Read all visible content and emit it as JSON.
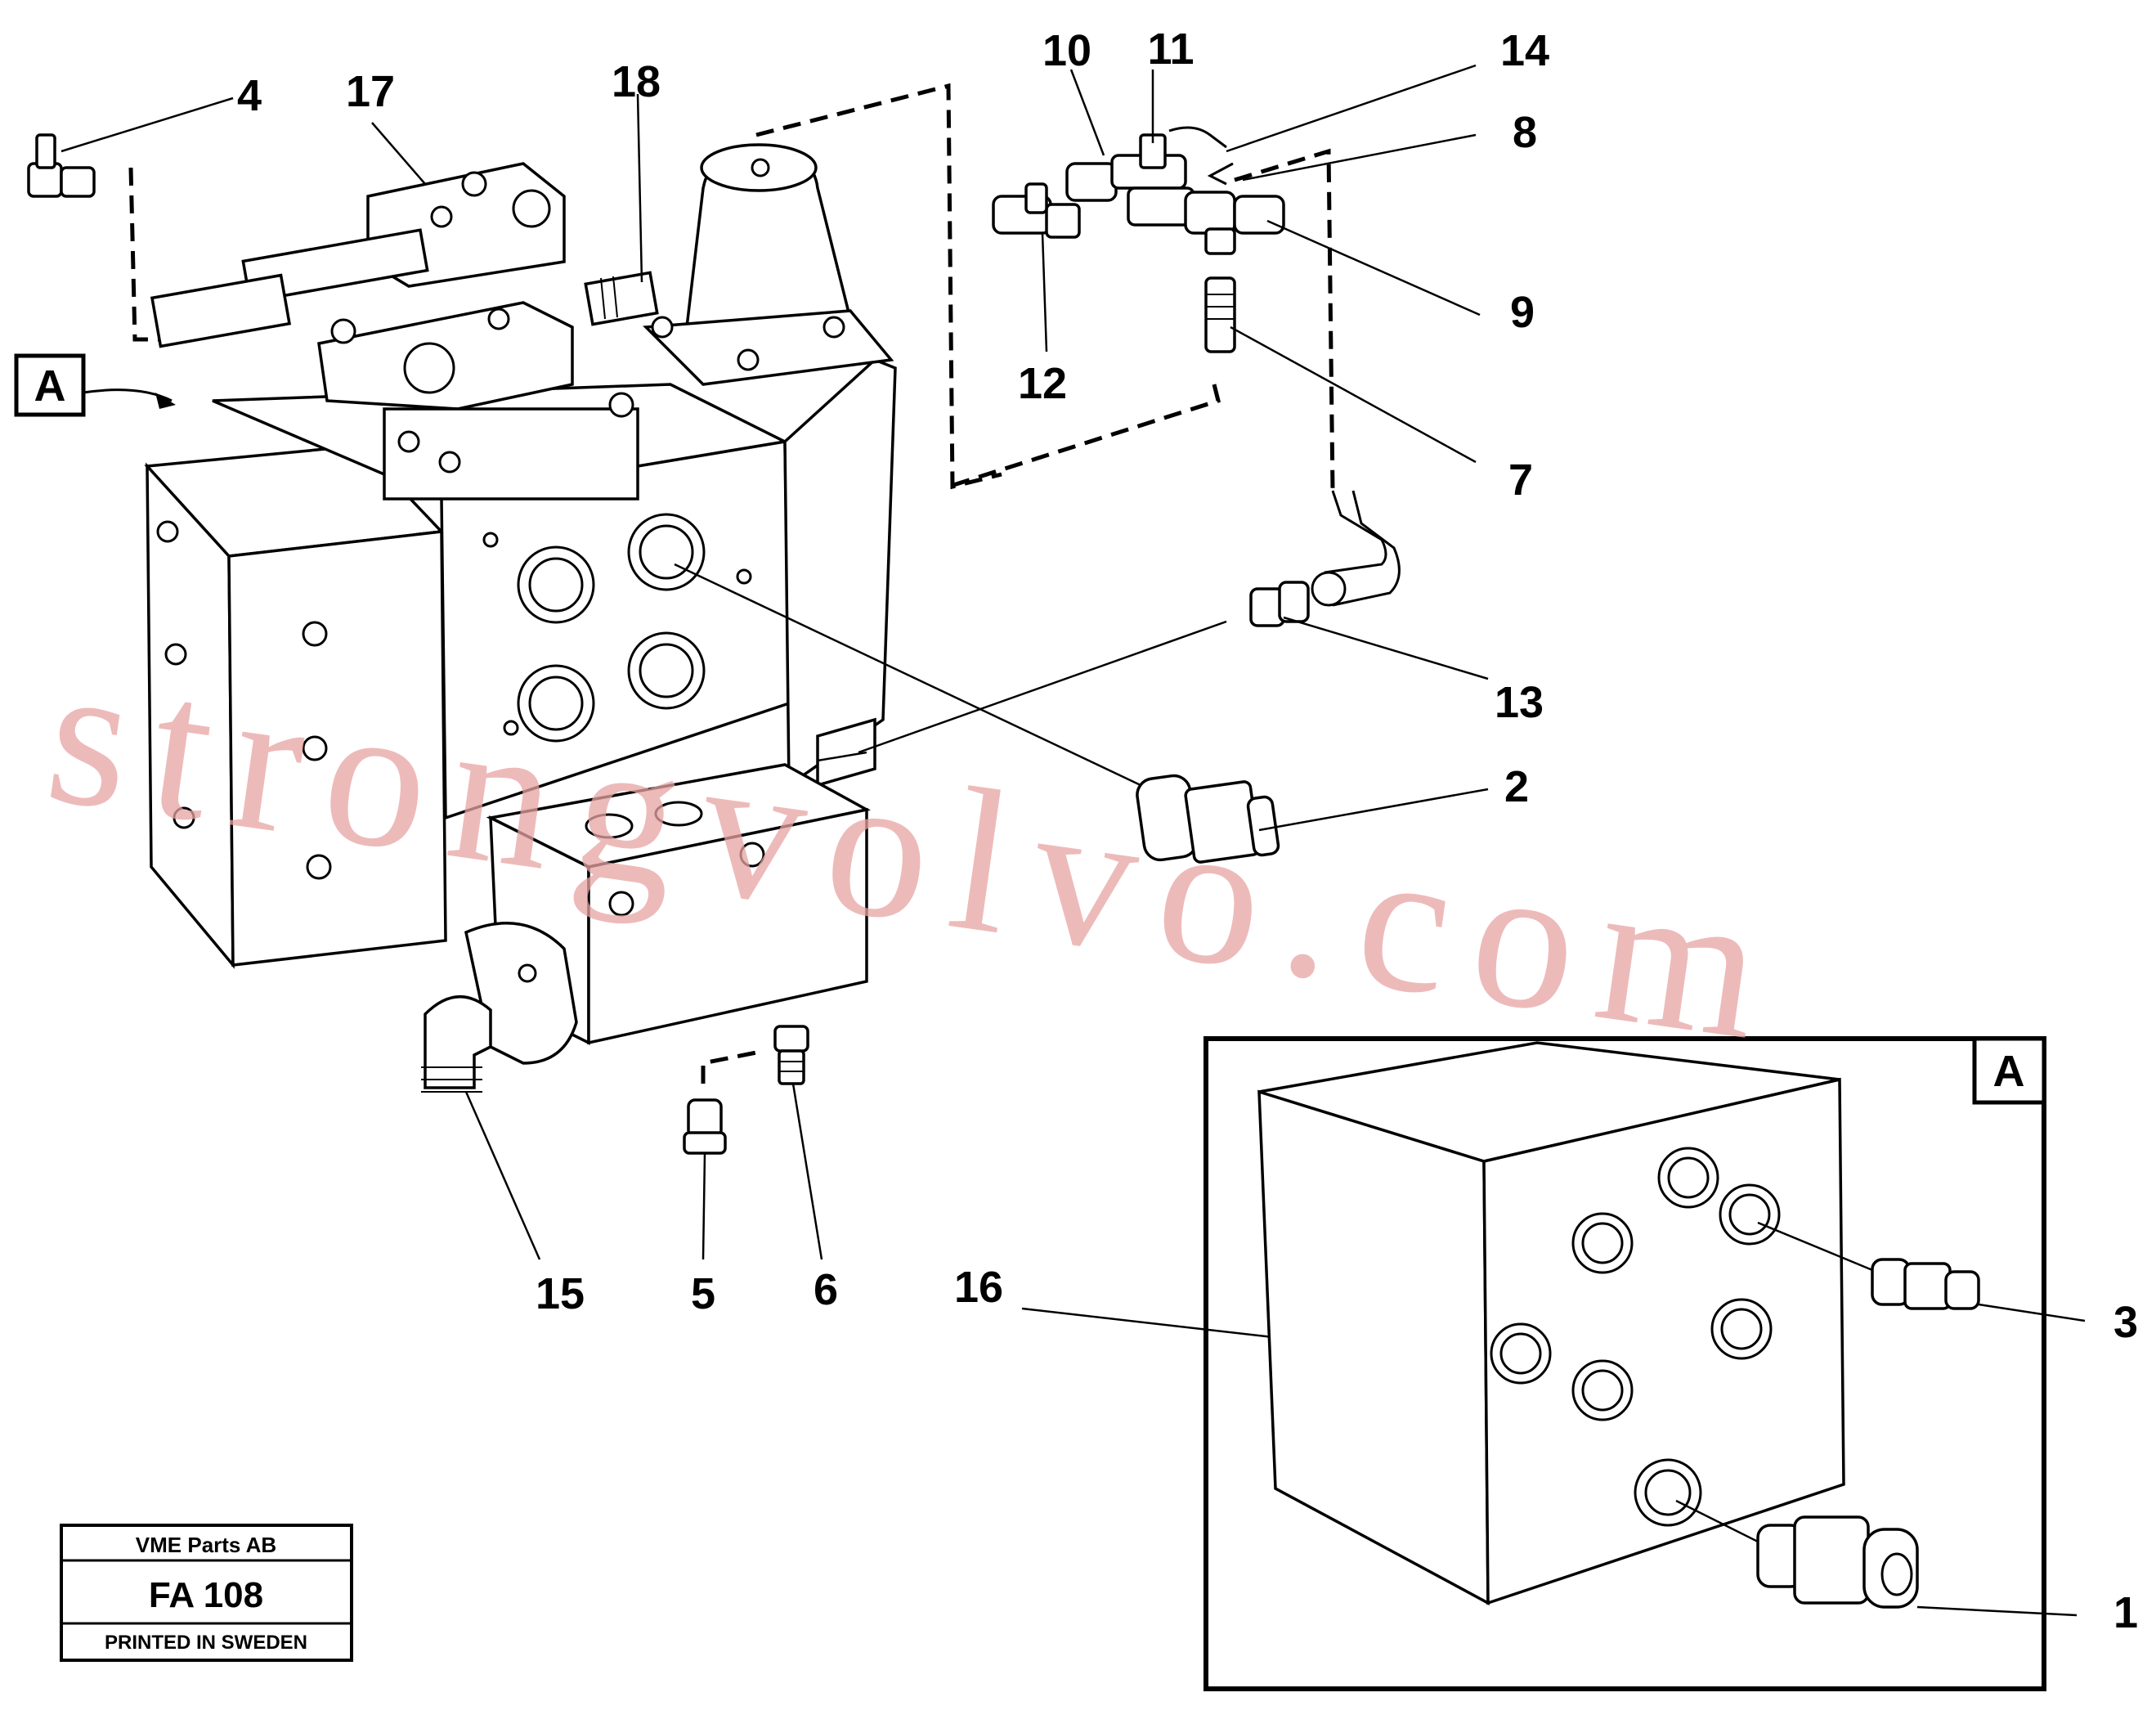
{
  "diagram": {
    "callouts": [
      "1",
      "2",
      "3",
      "4",
      "5",
      "6",
      "7",
      "8",
      "9",
      "10",
      "11",
      "12",
      "13",
      "14",
      "15",
      "16",
      "17",
      "18"
    ],
    "view_marker": "A",
    "detail_marker": "A"
  },
  "watermark": "strongvolvo.com",
  "title_block": {
    "company": "VME Parts AB",
    "code": "FA 108",
    "footer": "PRINTED IN SWEDEN"
  }
}
